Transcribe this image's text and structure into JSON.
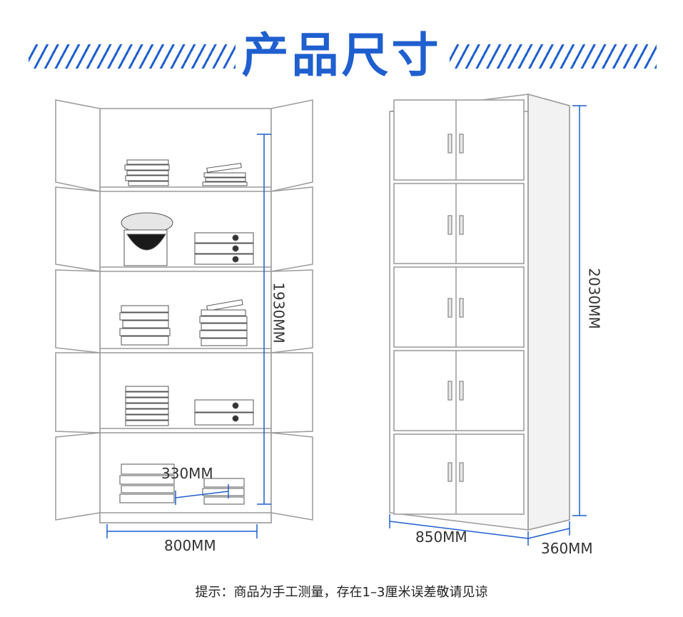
{
  "title": "产品尺寸",
  "colors": {
    "accent": "#1f5fcf",
    "line": "#9a9a9a",
    "text": "#333333"
  },
  "left_cabinet": {
    "height_label": "1930MM",
    "width_label": "800MM",
    "depth_label": "330MM"
  },
  "right_cabinet": {
    "height_label": "2030MM",
    "width_label": "850MM",
    "depth_label": "360MM"
  },
  "footer_note": "提示：商品为手工测量，存在1–3厘米误差敬请见谅"
}
